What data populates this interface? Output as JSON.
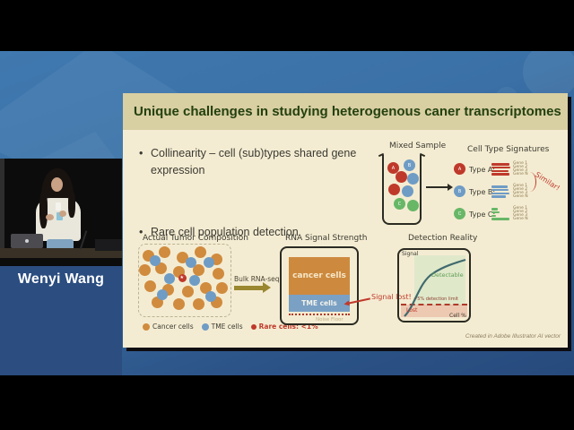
{
  "video": {
    "speaker_name": "Wenyi Wang"
  },
  "slide": {
    "title": "Unique challenges in studying heterogenous caner transcriptomes",
    "bullets": [
      "Collinearity – cell (sub)types shared gene expression",
      "Rare cell population detection"
    ],
    "mixed_sample": {
      "label": "Mixed Sample",
      "cells": [
        {
          "color": "red",
          "letter": "A"
        },
        {
          "color": "blue",
          "letter": "B"
        },
        {
          "color": "red",
          "letter": ""
        },
        {
          "color": "blue",
          "letter": ""
        },
        {
          "color": "red",
          "letter": ""
        },
        {
          "color": "blue",
          "letter": ""
        },
        {
          "color": "green",
          "letter": "C"
        },
        {
          "color": "green",
          "letter": ""
        }
      ]
    },
    "signatures": {
      "label": "Cell Type Signatures",
      "similar_note": "Similar!",
      "rows": [
        {
          "letter": "A",
          "label": "Type A:",
          "color": "#bf392b",
          "bars": [
            20,
            21,
            19,
            20
          ],
          "genes": [
            "Gene 1",
            "Gene 2",
            "Gene 3",
            "Gene N"
          ]
        },
        {
          "letter": "B",
          "label": "Type B:",
          "color": "#6f9cc5",
          "bars": [
            18,
            19,
            20,
            16
          ],
          "genes": [
            "Gene 1",
            "Gene 2",
            "Gene 3",
            "Gene N"
          ]
        },
        {
          "letter": "C",
          "label": "Type C:",
          "color": "#67b767",
          "bars": [
            7,
            9,
            5,
            20
          ],
          "genes": [
            "Gene 1",
            "Gene 2",
            "Gene 3",
            "Gene N"
          ]
        }
      ]
    },
    "tumor": {
      "label": "Actual Tumor Composition",
      "legend": [
        {
          "label": "Cancer cells",
          "color": "#d08b3e"
        },
        {
          "label": "TME cells",
          "color": "#6f9cc5"
        },
        {
          "label": "Rare cells: <1%",
          "color": "#bf392b"
        }
      ],
      "counts": {
        "cancer": 19,
        "tme": 7,
        "rare": 1
      },
      "rare_star": "★"
    },
    "bulk_arrow_label": "Bulk RNA-seq",
    "rna": {
      "label": "RNA Signal Strength",
      "cancer_label": "cancer cells",
      "tme_label": "TME cells",
      "noise_label": "Noise Floor",
      "signal_lost": "Signal lost!"
    },
    "detection": {
      "label": "Detection Reality",
      "y_axis": "Signal",
      "x_axis": "Cell %",
      "detectable": "Detectable",
      "limit": "~5% detection limit",
      "lost": "Lost"
    },
    "caption": "Created in  Adobe Illustrator AI vector"
  },
  "colors": {
    "background_blue": "#3a70a6",
    "nameplate_blue": "#2b4d80",
    "slide_bg": "#f4ecd2",
    "banner_bg": "#d8cfa2",
    "title_green": "#24400f",
    "red": "#bf392b",
    "blue": "#6f9cc5",
    "green": "#67b767",
    "orange": "#d08b3e",
    "curve_teal": "#3f6a6e"
  }
}
